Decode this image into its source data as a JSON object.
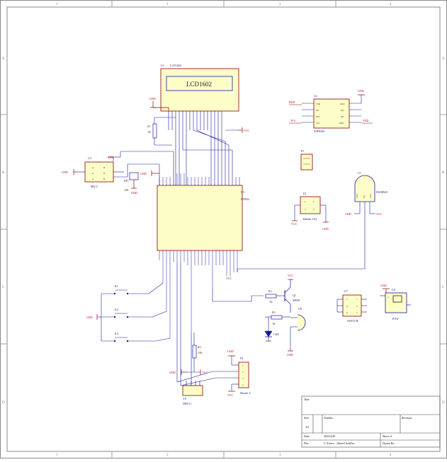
{
  "zones": {
    "cols": [
      "1",
      "2",
      "3",
      "4"
    ],
    "rows": [
      "A",
      "B",
      "C",
      "D"
    ]
  },
  "nets": {
    "gnd": "GND",
    "vcc": "VCC",
    "txd": "TXD",
    "rxd": "RXD",
    "v33": "3V3"
  },
  "u1": {
    "ref": "U1",
    "name": "LCD1602",
    "display": "LCD1602"
  },
  "u2": {
    "ref": "U2",
    "name": "ESP8266",
    "pins_left": [
      "TXD",
      "EN",
      "RST",
      "3V3"
    ],
    "pins_right": [
      "GND",
      "IO2",
      "IO0",
      "RXD"
    ]
  },
  "mq2": {
    "ref": "U3",
    "name": "MQ-2"
  },
  "u5": {
    "ref": "U5",
    "name": "STM32"
  },
  "rp1": {
    "ref": "RP1",
    "value": "10K"
  },
  "r1": {
    "ref": "R1",
    "value": "1K"
  },
  "p1": {
    "ref": "P1"
  },
  "p2": {
    "ref": "P2",
    "name": "Header 2X2",
    "pins": [
      "1",
      "2",
      "3",
      "4"
    ]
  },
  "u7": {
    "ref": "U7",
    "name": "DS18B20"
  },
  "sw": {
    "ref": "U7",
    "name": "SWITCH",
    "pins": [
      "2",
      "1",
      "4",
      "3",
      "6",
      "5"
    ]
  },
  "pow": {
    "ref": "U6",
    "name": "POW",
    "pins": [
      "2",
      "1"
    ]
  },
  "q1": {
    "ref": "Q1",
    "name": "S8050"
  },
  "r2": {
    "ref": "R2",
    "value": "1K"
  },
  "r3": {
    "ref": "R3",
    "value": "1K"
  },
  "led": {
    "name": "LED"
  },
  "u8": {
    "ref": "U8"
  },
  "k1": {
    "ref": "K1"
  },
  "k2": {
    "ref": "K2"
  },
  "k3": {
    "ref": "K3"
  },
  "r4": {
    "ref": "R4",
    "value": "10K"
  },
  "p3": {
    "ref": "P3",
    "name": "Header 4",
    "pins": [
      "1",
      "2",
      "3",
      "4"
    ]
  },
  "u9": {
    "ref": "U9",
    "name": "DHT11"
  },
  "title_block": {
    "title": "Title",
    "size_label": "Size",
    "size": "A4",
    "number_label": "Number",
    "revision_label": "Revision",
    "date_label": "Date:",
    "date": "2023/4/28",
    "file_label": "File:",
    "file": "C:\\Users\\...\\Sheet1.SchDoc",
    "sheet_label": "Sheet   of",
    "drawn_label": "Drawn By:"
  }
}
